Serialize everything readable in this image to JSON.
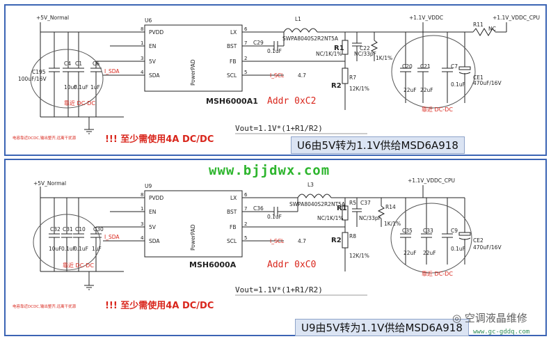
{
  "top": {
    "chip_ref": "U6",
    "chip_name": "MSH6000A1",
    "addr": "Addr 0xC2",
    "pins_left": [
      "PVDD",
      "EN",
      "5V",
      "SDA"
    ],
    "pins_left_nums": [
      "8",
      "1",
      "3",
      "4"
    ],
    "pins_right": [
      "LX",
      "BST",
      "FB",
      "SCL"
    ],
    "pins_right_nums": [
      "6",
      "7",
      "2",
      "5"
    ],
    "power_pad": "PowerPAD",
    "net_5v": "+5V_Normal",
    "net_vddc": "+1.1V_VDDC",
    "net_vddc_cpu": "+1.1V_VDDC_CPU",
    "r11": "R11",
    "nc": "NC",
    "inductor": "L1",
    "inductor_val": "SWPA8040S2R2NT5A",
    "c29": "C29",
    "c29_val": "0.1uF",
    "c22": "C22",
    "c22_val": "NC/33pF",
    "r1_label": "R1",
    "r1_val": "NC/1K/1%",
    "r8_val": "1K/1%",
    "r2_label": "R2",
    "r7": "R7",
    "r7_val": "12K/1%",
    "caps_in": [
      "C195",
      "C4",
      "C1",
      "C6"
    ],
    "caps_in_vals": [
      "100uF/16V",
      "10uF",
      "0.1uF",
      "1uF"
    ],
    "i2c_sda": "I_SDA",
    "i2c_scl": "I_SCL",
    "val_47": "4.7",
    "caps_out": [
      "C20",
      "C21",
      "C7",
      "CE1"
    ],
    "caps_out_vals": [
      "22uF",
      "22uF",
      "0.1uF",
      "470uF/16V"
    ],
    "near_dcdc_in": "靠近 DC-DC",
    "near_dcdc_out": "靠近 DC-DC",
    "formula": "Vout=1.1V*(1+R1/R2)",
    "need4a": "!!! 至少需使用4A DC/DC",
    "small_note": "电容靠近DCDC,输出整齐,远离干扰源",
    "caption": "U6由5V转为1.1V供给MSD6A918"
  },
  "bottom": {
    "chip_ref": "U9",
    "chip_name": "MSH6000A",
    "addr": "Addr 0xC0",
    "pins_left": [
      "PVDD",
      "EN",
      "5V",
      "SDA"
    ],
    "pins_left_nums": [
      "8",
      "1",
      "3",
      "4"
    ],
    "pins_right": [
      "LX",
      "BST",
      "FB",
      "SCL"
    ],
    "pins_right_nums": [
      "6",
      "7",
      "2",
      "5"
    ],
    "power_pad": "PowerPAD",
    "net_5v": "+5V_Normal",
    "net_vddc_cpu": "+1.1V_VDDC_CPU",
    "inductor": "L3",
    "inductor_val": "SWPA8040S2R2NT5A",
    "c36": "C36",
    "c36_val": "0.1uF",
    "c37": "C37",
    "c37_val": "NC/33pF",
    "r1_label": "R1",
    "r5": "R5",
    "r1_val": "NC/1K/1%",
    "r14": "R14",
    "r14_val": "1K/1%",
    "r2_label": "R2",
    "r8": "R8",
    "r8_val": "12K/1%",
    "caps_in": [
      "C32",
      "C31",
      "C10",
      "C30"
    ],
    "caps_in_vals": [
      "10uF",
      "0.1uF",
      "0.1uF",
      "1uF"
    ],
    "i2c_sda": "I_SDA",
    "i2c_scl": "I_SCL",
    "val_47": "4.7",
    "caps_out": [
      "C35",
      "C33",
      "C9",
      "CE2"
    ],
    "caps_out_vals": [
      "22uF",
      "22uF",
      "0.1uF",
      "470uF/16V"
    ],
    "near_dcdc_in": "靠近 DC-DC",
    "near_dcdc_out": "靠近 DC-DC",
    "formula": "Vout=1.1V*(1+R1/R2)",
    "need4a": "!!! 至少需使用4A DC/DC",
    "small_note": "电容靠近DCDC,输出整齐,远离干扰源",
    "caption": "U9由5V转为1.1V供给MSD6A918"
  },
  "watermark": "www.bjjdwx.com",
  "wechat_name": "空调液晶维修",
  "wechat_url": "www.gc-gddq.com",
  "colors": {
    "panel_border": "#3b64b4",
    "red_text": "#d9261c",
    "wire": "#222222",
    "green_watermark": "#2db52d",
    "caption_bg": "#dbe4f3"
  }
}
